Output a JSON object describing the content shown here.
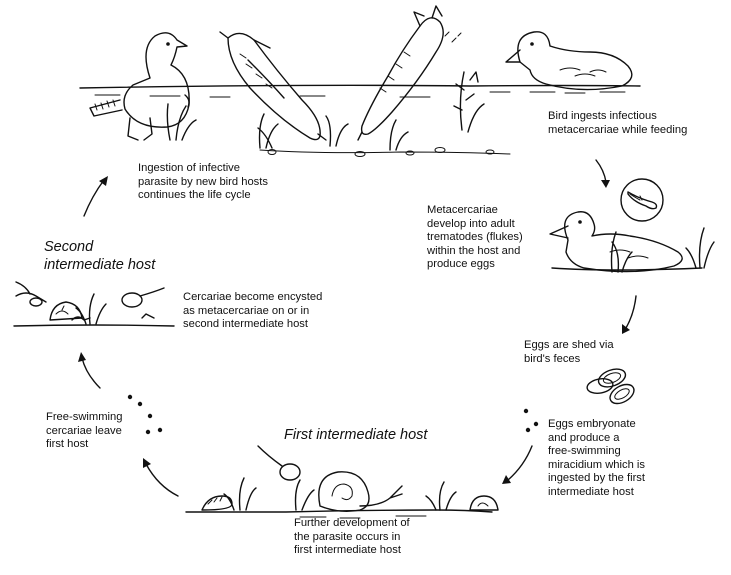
{
  "labels": {
    "bird_ingests": "Bird ingests infectious\nmetacercariae while feeding",
    "metacercariae_develop": "Metacercariae\ndevelop into adult\ntrematodes (flukes)\nwithin the host and\nproduce eggs",
    "eggs_shed": "Eggs are shed via\nbird's feces",
    "eggs_embryonate": "Eggs embryonate\nand produce a\nfree-swimming\nmiracidium which is\ningested by the first\nintermediate host",
    "further_development": "Further development of\nthe parasite occurs in\nfirst intermediate host",
    "free_swimming": "Free-swimming\ncercariae leave\nfirst host",
    "cercariae_encysted": "Cercariae become encysted\nas metacercariae on or in\nsecond intermediate host",
    "ingestion_new_hosts": "Ingestion of infective\nparasite by new bird hosts\ncontinues the life cycle"
  },
  "headings": {
    "second_host": "Second\nintermediate host",
    "first_host": "First intermediate host"
  },
  "colors": {
    "ink": "#111111",
    "background": "#ffffff"
  },
  "icons": [
    "feeding-birds-icon",
    "duck-icon",
    "fluke-icon",
    "eggs-icon",
    "snail-icon",
    "cercaria-icon",
    "miracidium-icon",
    "hermit-crab-icon",
    "shell-icon"
  ]
}
